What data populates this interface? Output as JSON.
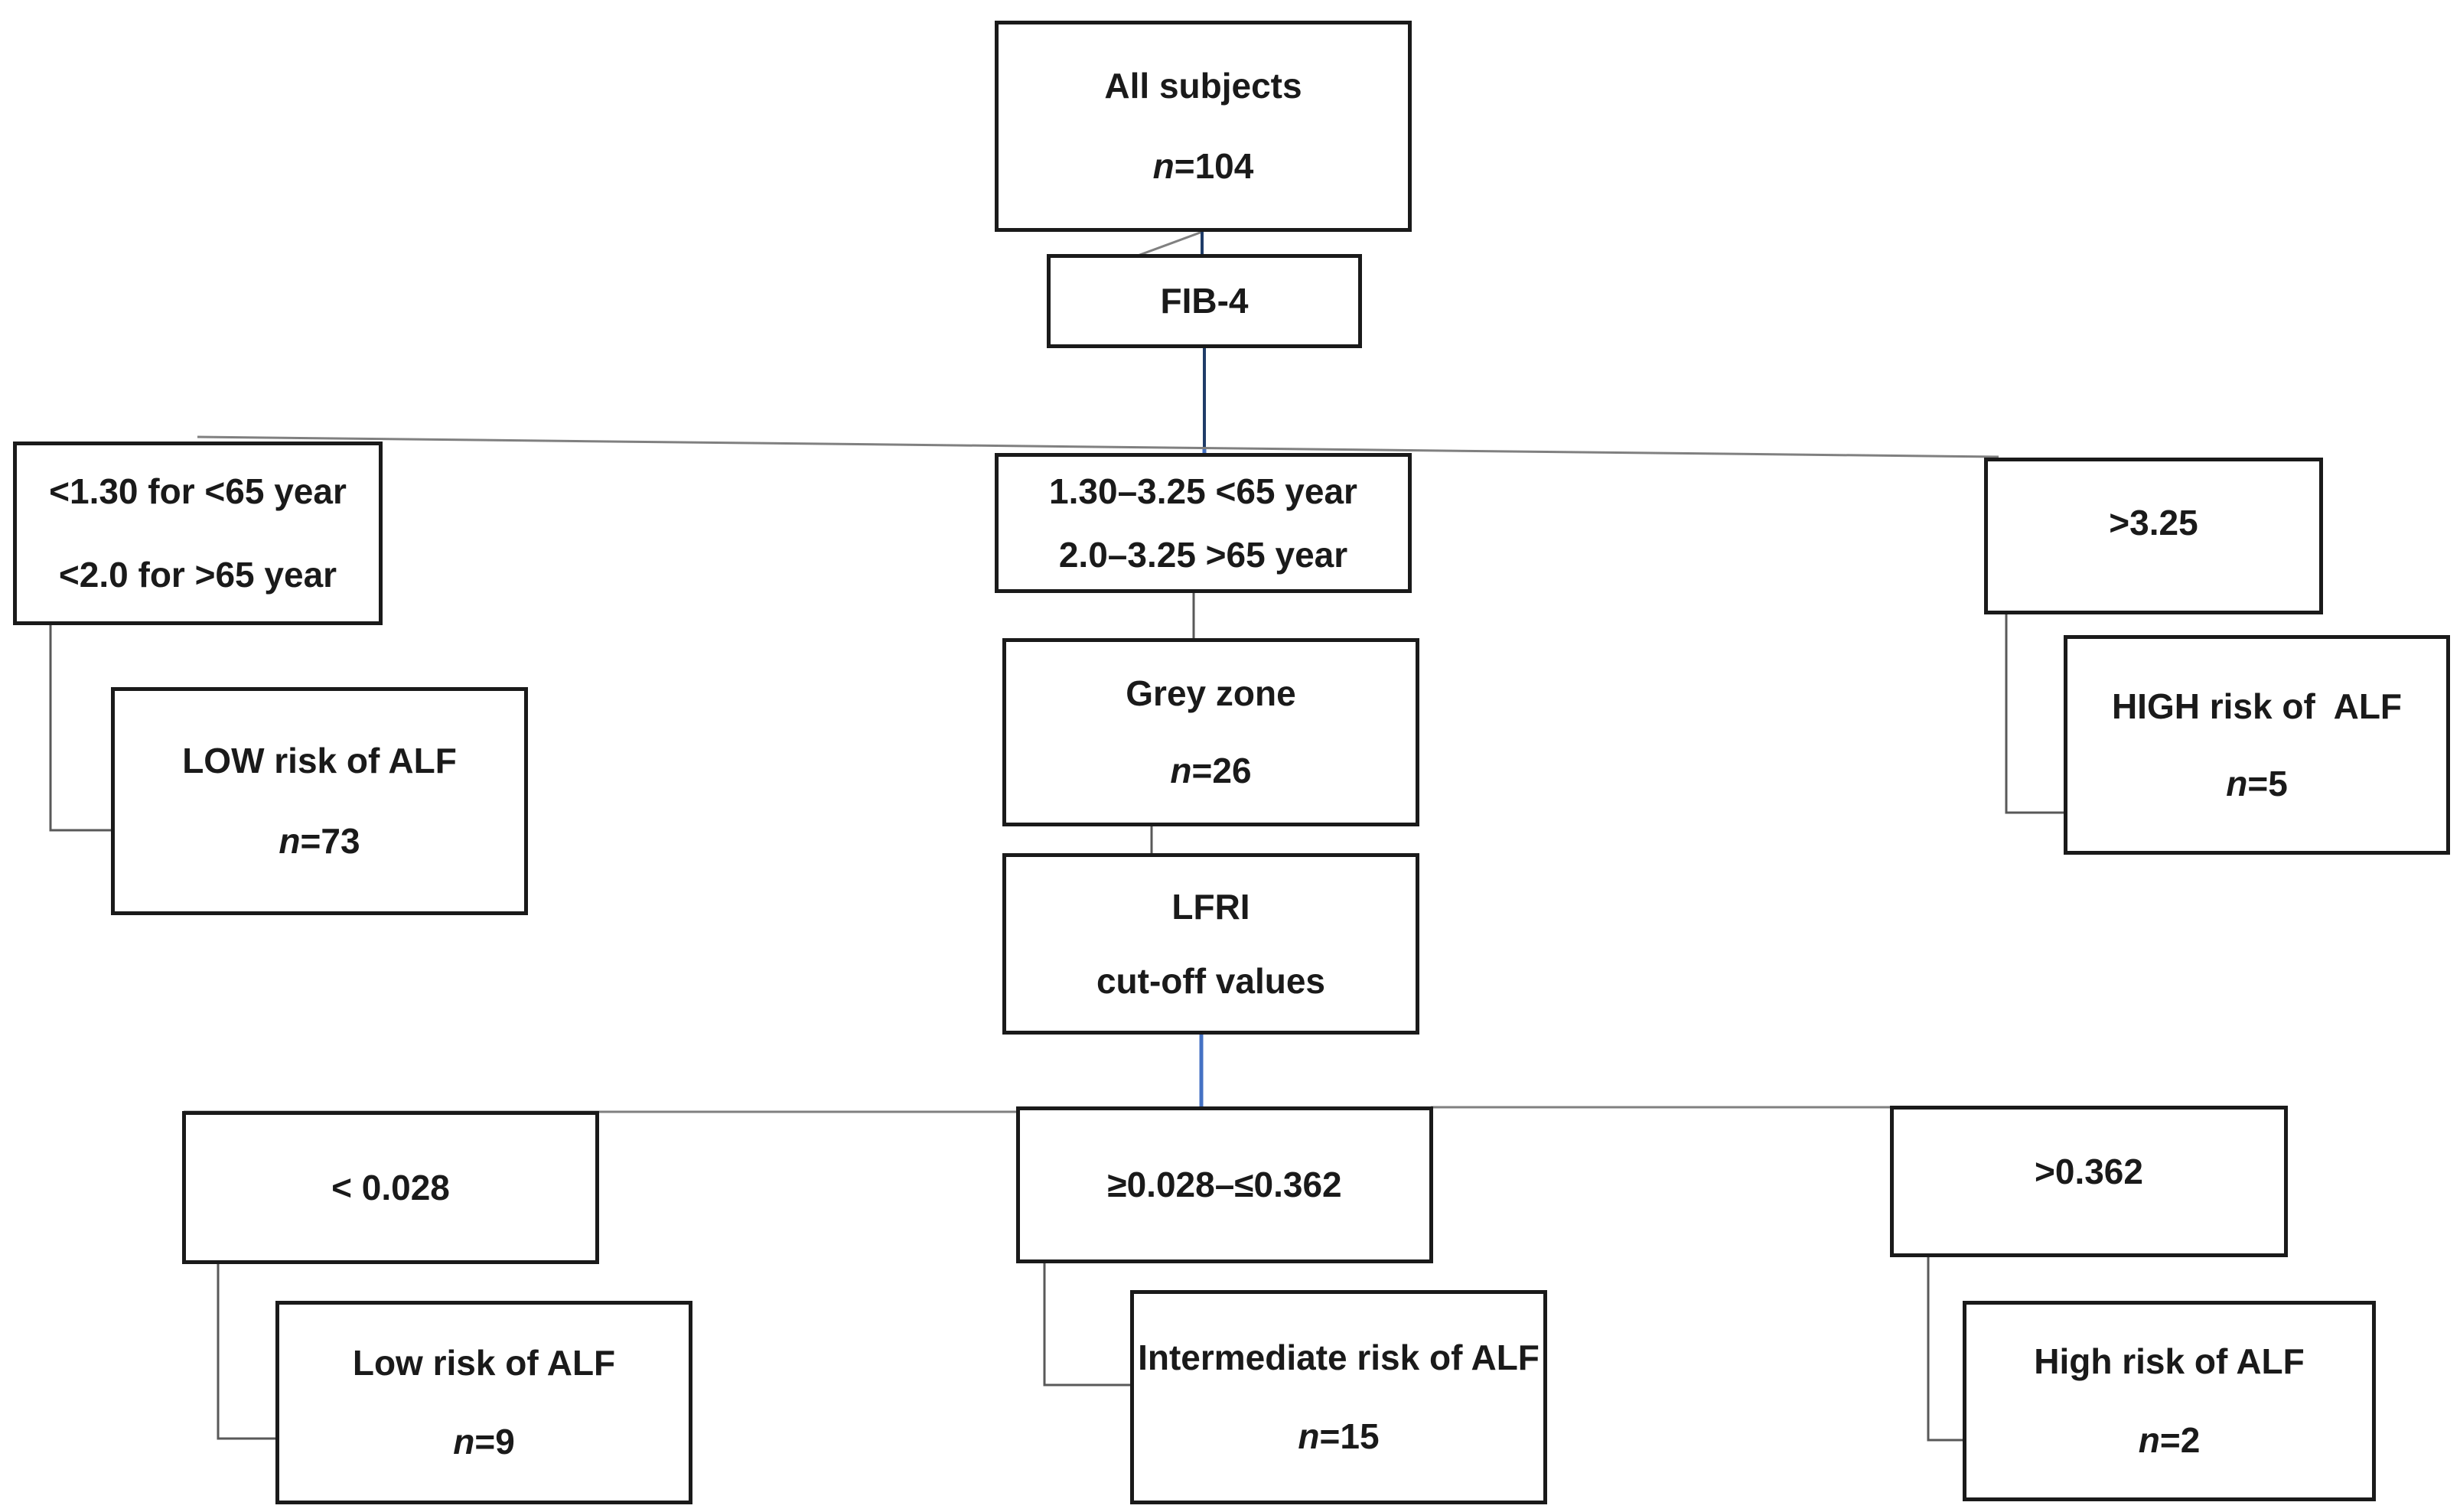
{
  "figure": {
    "description": "Flowchart of subject risk stratification by FIB-4 and LFRI cut-off values",
    "colors": {
      "background": "#ffffff",
      "box_border": "#1a1a1a",
      "text": "#1a1a1a",
      "branch_line": "#808080",
      "connector_line": "#595959",
      "blue_dark": "#1f3c68",
      "blue_bright": "#4472c4"
    },
    "boxes": {
      "all_subjects": {
        "line1": "All subjects",
        "n_italic": "n",
        "n_rest": "=104"
      },
      "fib4": {
        "line1": "FIB-4"
      },
      "fib4_low_criteria": {
        "line1": "<1.30 for <65 year",
        "line2": "<2.0 for >65 year"
      },
      "fib4_grey_criteria": {
        "line1": "1.30–3.25 <65 year",
        "line2": "2.0–3.25 >65 year"
      },
      "fib4_high_criteria": {
        "line1": ">3.25"
      },
      "low_risk_fib4": {
        "line1": "LOW risk of ALF",
        "n_italic": "n",
        "n_rest": "=73"
      },
      "grey_zone": {
        "line1": "Grey zone",
        "n_italic": "n",
        "n_rest": "=26"
      },
      "high_risk_fib4": {
        "line1": "HIGH risk of  ALF",
        "n_italic": "n",
        "n_rest": "=5"
      },
      "lfri": {
        "line1": "LFRI",
        "line2": "cut-off values"
      },
      "lfri_low_criteria": {
        "line1": "< 0.028"
      },
      "lfri_mid_criteria": {
        "line1": "≥0.028–≤0.362"
      },
      "lfri_high_criteria": {
        "line1": ">0.362"
      },
      "low_risk_lfri": {
        "line1": "Low risk of ALF",
        "n_italic": "n",
        "n_rest": "=9"
      },
      "intermediate_risk_lfri": {
        "line1": "Intermediate risk of ALF",
        "n_italic": "n",
        "n_rest": "=15"
      },
      "high_risk_lfri": {
        "line1": "High risk of ALF",
        "n_italic": "n",
        "n_rest": "=2"
      }
    }
  }
}
